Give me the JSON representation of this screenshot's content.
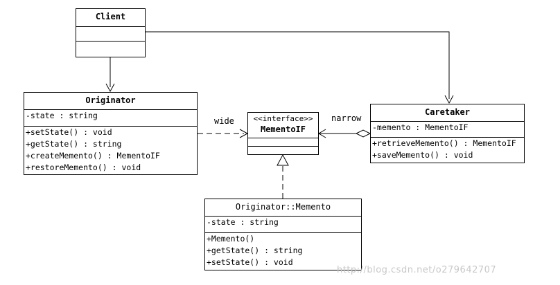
{
  "client": {
    "name": "Client"
  },
  "originator": {
    "name": "Originator",
    "attributes": [
      "-state : string"
    ],
    "operations": [
      "+setState() : void",
      "+getState() : string",
      "+createMemento() : MementoIF",
      "+restoreMemento() : void"
    ]
  },
  "memento_if": {
    "stereotype": "<<interface>>",
    "name": "MementoIF"
  },
  "caretaker": {
    "name": "Caretaker",
    "attributes": [
      "-memento : MementoIF"
    ],
    "operations": [
      "+retrieveMemento() : MementoIF",
      "+saveMemento() : void"
    ]
  },
  "memento": {
    "name": "Originator::Memento",
    "attributes": [
      "-state : string"
    ],
    "operations": [
      "+Memento()",
      "+getState() : string",
      "+setState() : void"
    ]
  },
  "labels": {
    "wide": "wide",
    "narrow": "narrow"
  },
  "watermark": "http://blog.csdn.net/o279642707"
}
